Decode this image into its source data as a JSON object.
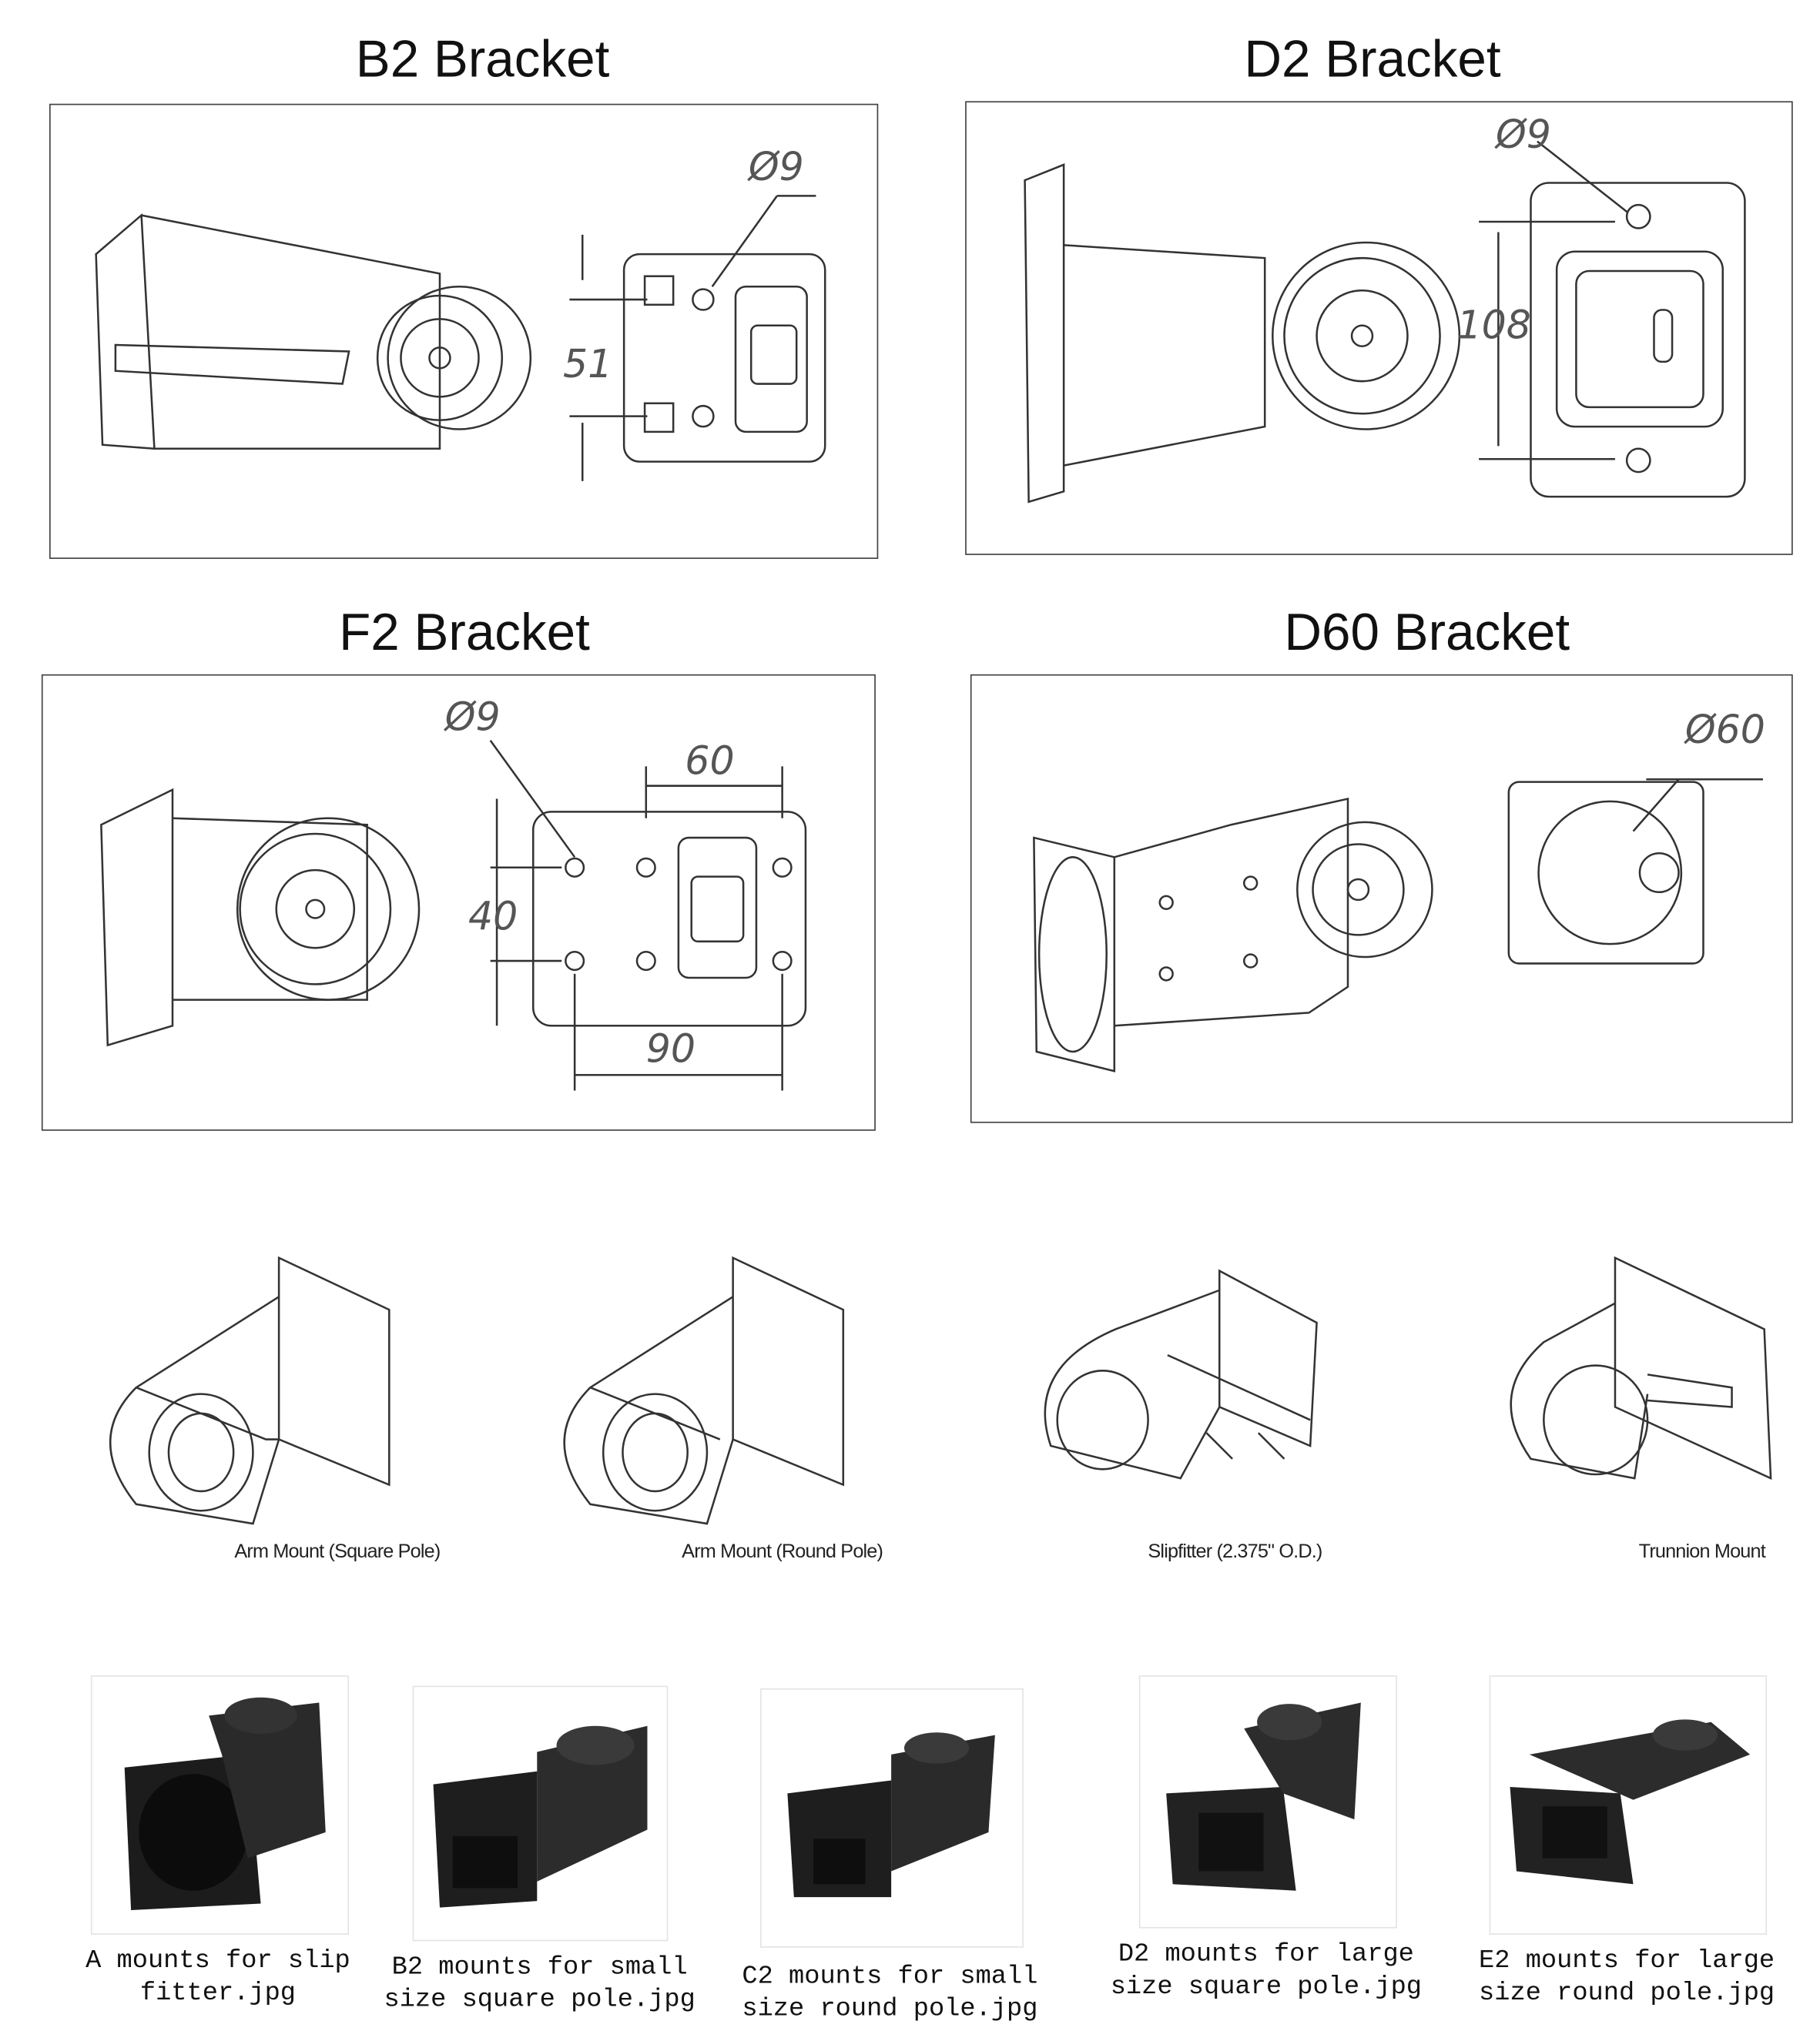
{
  "brackets": [
    {
      "title": "B2 Bracket",
      "dims": [
        "Ø9",
        "51"
      ]
    },
    {
      "title": "D2 Bracket",
      "dims": [
        "Ø9",
        "108"
      ]
    },
    {
      "title": "F2 Bracket",
      "dims": [
        "Ø9",
        "60",
        "40",
        "90"
      ]
    },
    {
      "title": "D60 Bracket",
      "dims": [
        "Ø60"
      ]
    }
  ],
  "mounts": [
    {
      "caption": "Arm Mount (Square Pole)"
    },
    {
      "caption": "Arm Mount (Round Pole)"
    },
    {
      "caption": "Slipfitter (2.375\" O.D.)"
    },
    {
      "caption": "Trunnion Mount"
    }
  ],
  "photos": [
    {
      "line1": "A mounts for slip",
      "line2": "fitter.jpg"
    },
    {
      "line1": "B2 mounts for small",
      "line2": "size square pole.jpg"
    },
    {
      "line1": "C2 mounts for small",
      "line2": "size round pole.jpg"
    },
    {
      "line1": "D2 mounts for large",
      "line2": "size square pole.jpg"
    },
    {
      "line1": "E2 mounts for large",
      "line2": "size round pole.jpg"
    }
  ]
}
